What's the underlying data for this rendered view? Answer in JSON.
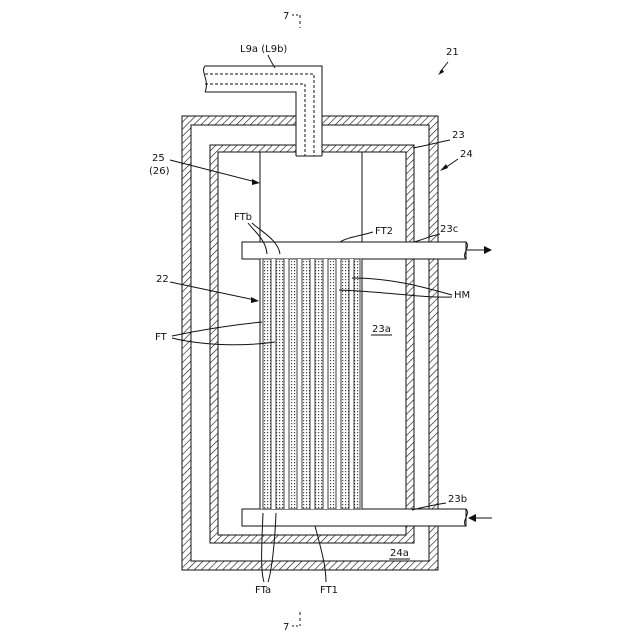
{
  "figure": {
    "section_top": "7",
    "section_bottom": "7",
    "pipe_label": "L9a (L9b)",
    "device_ref": "21",
    "outer_casing_ref": "24",
    "inner_casing_ref": "23",
    "outlet_ref": "23c",
    "inlet_ref": "23b",
    "inner_space_ref": "23a",
    "outer_space_ref": "24a",
    "header_ref_line1": "25",
    "header_ref_line2": "(26)",
    "bundle_ref": "22",
    "fiber_label": "FT",
    "fiber_end_b": "FTb",
    "fiber_end_a": "FTa",
    "tube_sheet_top": "FT2",
    "tube_sheet_bottom": "FT1",
    "membrane_label": "HM"
  }
}
